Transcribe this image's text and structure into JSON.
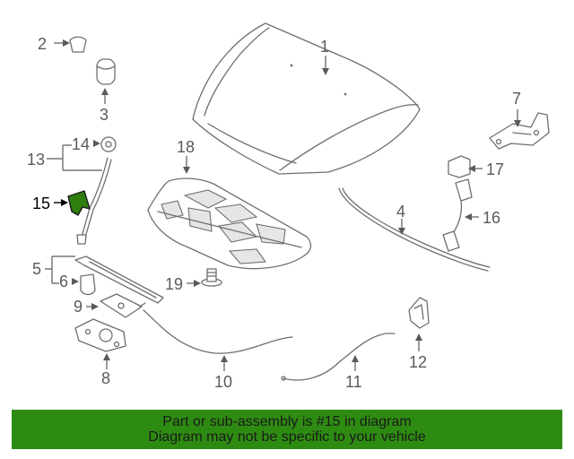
{
  "colors": {
    "banner_background": "#2e8b12",
    "highlight_part": "#2e7d0f",
    "line": "#6e6e6e",
    "label": "#5a5a5a"
  },
  "parts": [
    {
      "number": "1"
    },
    {
      "number": "2"
    },
    {
      "number": "3"
    },
    {
      "number": "4"
    },
    {
      "number": "5"
    },
    {
      "number": "6"
    },
    {
      "number": "7"
    },
    {
      "number": "8"
    },
    {
      "number": "9"
    },
    {
      "number": "10"
    },
    {
      "number": "11"
    },
    {
      "number": "12"
    },
    {
      "number": "13"
    },
    {
      "number": "14"
    },
    {
      "number": "15"
    },
    {
      "number": "16"
    },
    {
      "number": "17"
    },
    {
      "number": "18"
    },
    {
      "number": "19"
    }
  ],
  "highlighted_part": "15",
  "banner": {
    "line1": "Part or sub-assembly is #15 in diagram",
    "line2": "Diagram may not be specific to your vehicle"
  }
}
